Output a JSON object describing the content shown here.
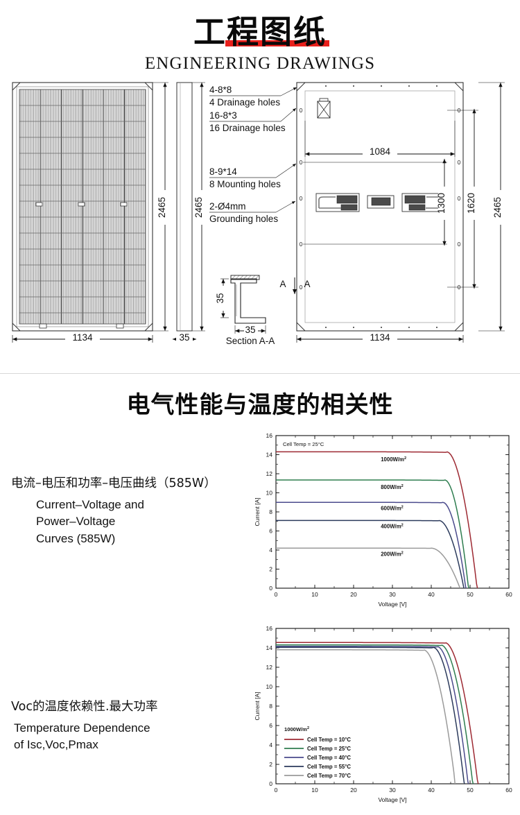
{
  "header": {
    "title_cn": "工程图纸",
    "title_en": "ENGINEERING DRAWINGS",
    "accent_color": "#e8201c"
  },
  "drawing": {
    "annotations": [
      {
        "code": "4-8*8",
        "desc": "4 Drainage holes"
      },
      {
        "code": "16-8*3",
        "desc": "16 Drainage holes"
      },
      {
        "code": "8-9*14",
        "desc": "8 Mounting holes"
      },
      {
        "code": "2-Ø4mm",
        "desc": "Grounding holes"
      }
    ],
    "dimensions": {
      "front_height": "2465",
      "front_width": "1134",
      "side_height": "2465",
      "side_thickness": "35",
      "back_height": "2465",
      "back_width": "1134",
      "back_inner_width": "1084",
      "mount_spacing": "1300",
      "mount_outer": "1620",
      "section_height": "35",
      "section_width": "35"
    },
    "section_label": "Section A-A",
    "section_marks": [
      "A",
      "A"
    ]
  },
  "section2": {
    "title_cn": "电气性能与温度的相关性"
  },
  "charts": [
    {
      "caption_cn": "电流–电压和功率–电压曲线（585W）",
      "caption_en": "Current–Voltage and\nPower–Voltage\nCurves (585W)"
    },
    {
      "caption_cn": "Voc的温度依赖性.最大功率",
      "caption_en": "Temperature Dependence\nof Isc,Voc,Pmax"
    }
  ],
  "chart_data": [
    {
      "type": "line",
      "title": "",
      "annotation": "Cell Temp = 25°C",
      "xlabel": "Voltage [V]",
      "ylabel": "Current [A]",
      "xlim": [
        0,
        60
      ],
      "ylim": [
        0,
        16
      ],
      "xticks": [
        0,
        10,
        20,
        30,
        40,
        50,
        60
      ],
      "yticks": [
        0,
        2,
        4,
        6,
        8,
        10,
        12,
        14,
        16
      ],
      "grid": false,
      "legend_position": "inline-labels",
      "series": [
        {
          "name": "1000W/m²",
          "color": "#9d2932",
          "isc": 14.3,
          "voc": 51.8,
          "knee": 44.0,
          "label_x": 27,
          "label_y": 13.3
        },
        {
          "name": "800W/m²",
          "color": "#2e7d4f",
          "isc": 11.35,
          "voc": 49.6,
          "knee": 43.5,
          "label_x": 27,
          "label_y": 10.4
        },
        {
          "name": "600W/m²",
          "color": "#4a4a8c",
          "isc": 9.0,
          "voc": 48.9,
          "knee": 43.0,
          "label_x": 27,
          "label_y": 8.2
        },
        {
          "name": "400W/m²",
          "color": "#2b3a5c",
          "isc": 7.1,
          "voc": 48.4,
          "knee": 42.0,
          "label_x": 27,
          "label_y": 6.3
        },
        {
          "name": "200W/m²",
          "color": "#9a9a9a",
          "isc": 4.2,
          "voc": 47.4,
          "knee": 40.0,
          "label_x": 27,
          "label_y": 3.4
        }
      ]
    },
    {
      "type": "line",
      "title": "",
      "annotation": "1000W/m²",
      "xlabel": "Voltage [V]",
      "ylabel": "Current [A]",
      "xlim": [
        0,
        60
      ],
      "ylim": [
        0,
        16
      ],
      "xticks": [
        0,
        10,
        20,
        30,
        40,
        50,
        60
      ],
      "yticks": [
        0,
        2,
        4,
        6,
        8,
        10,
        12,
        14,
        16
      ],
      "grid": false,
      "legend_position": "lower-left",
      "series": [
        {
          "name": "Cell Temp = 10°C",
          "color": "#9d2932",
          "isc": 14.55,
          "voc": 52.0,
          "knee": 43.5
        },
        {
          "name": "Cell Temp = 25°C",
          "color": "#2e7d4f",
          "isc": 14.3,
          "voc": 50.7,
          "knee": 42.5
        },
        {
          "name": "Cell Temp = 40°C",
          "color": "#4a4a8c",
          "isc": 14.15,
          "voc": 49.5,
          "knee": 41.5
        },
        {
          "name": "Cell Temp = 55°C",
          "color": "#2b3a5c",
          "isc": 14.05,
          "voc": 48.5,
          "knee": 40.5
        },
        {
          "name": "Cell Temp = 70°C",
          "color": "#9a9a9a",
          "isc": 13.8,
          "voc": 46.2,
          "knee": 38.0
        }
      ]
    }
  ]
}
